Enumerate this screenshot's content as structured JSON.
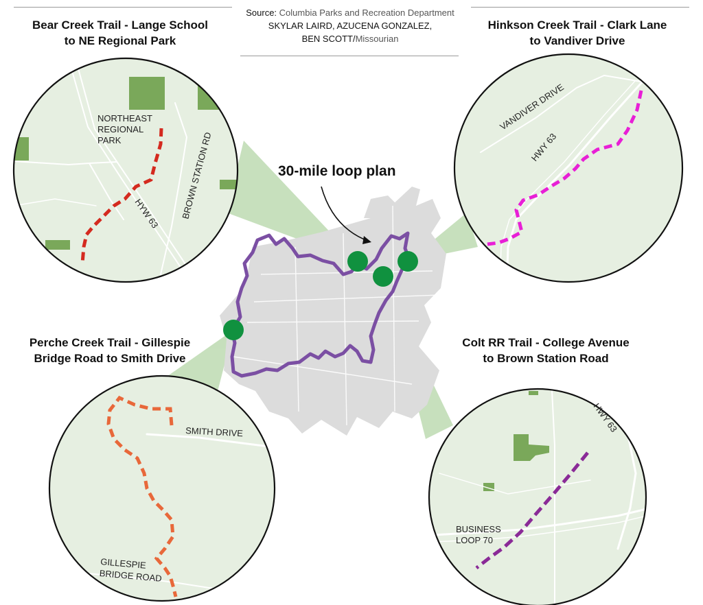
{
  "credit": {
    "source_label": "Source:",
    "source_text": "Columbia Parks and Recreation Department",
    "authors_line1": "SKYLAR LAIRD, AZUCENA GONZALEZ,",
    "authors_line2": "BEN SCOTT/",
    "outlet": "Missourian"
  },
  "center": {
    "callout": "30-mile loop plan"
  },
  "trails": {
    "bear_creek": {
      "title_line1": "Bear Creek Trail - Lange School",
      "title_line2": "to NE Regional Park",
      "labels": {
        "park_line1": "NORTHEAST",
        "park_line2": "REGIONAL",
        "park_line3": "PARK",
        "highway": "HYW 63",
        "road": "BROWN STATION RD"
      },
      "color": "#d42a1f"
    },
    "hinkson_creek": {
      "title_line1": "Hinkson Creek Trail - Clark Lane",
      "title_line2": "to Vandiver Drive",
      "labels": {
        "road": "VANDIVER DRIVE",
        "highway": "HWY 63"
      },
      "color": "#e81fd6"
    },
    "perche_creek": {
      "title_line1": "Perche Creek Trail - Gillespie",
      "title_line2": "Bridge Road to Smith Drive",
      "labels": {
        "road": "SMITH DRIVE",
        "road2_line1": "GILLESPIE",
        "road2_line2": "BRIDGE ROAD"
      },
      "color": "#e8683a"
    },
    "colt_rr": {
      "title_line1": "Colt RR Trail - College Avenue",
      "title_line2": "to  Brown Station Road",
      "labels": {
        "highway": "HWY 63",
        "road_line1": "BUSINESS",
        "road_line2": "LOOP 70"
      },
      "color": "#8a2a97"
    }
  },
  "colors": {
    "map_bg": "#e6efe1",
    "park": "#7aa85a",
    "city": "#dcdcdc",
    "loop": "#7b4fa3",
    "marker": "#10913f",
    "wedge": "#b9d8ac"
  }
}
